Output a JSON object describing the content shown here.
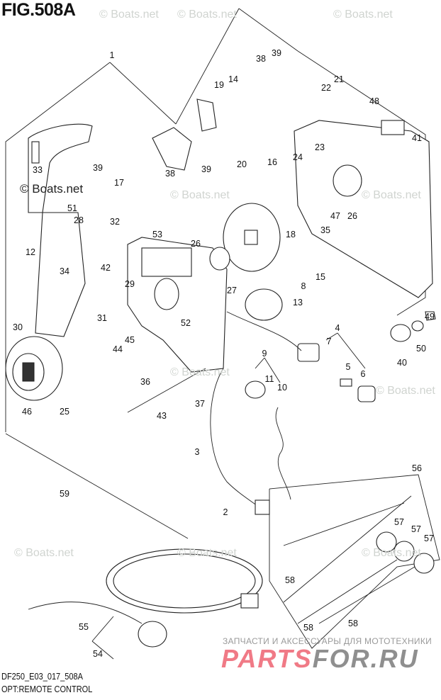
{
  "figure": {
    "title": "FIG.508A",
    "code": "DF250_E03_017_508A",
    "caption": "OPT:REMOTE CONTROL"
  },
  "watermark": "© Boats.net",
  "footer": {
    "russian_text": "ЗАПЧАСТИ И АКСЕССУАРЫ ДЛЯ МОТОТЕХНИКИ",
    "logo_part1": "PARTS",
    "logo_part2": "FOR.RU"
  },
  "callouts": [
    "1",
    "38",
    "39",
    "19",
    "14",
    "22",
    "21",
    "48",
    "41",
    "33",
    "39",
    "17",
    "38",
    "39",
    "20",
    "16",
    "24",
    "23",
    "51",
    "28",
    "32",
    "12",
    "53",
    "26",
    "18",
    "47",
    "26",
    "35",
    "34",
    "42",
    "29",
    "27",
    "8",
    "15",
    "13",
    "30",
    "31",
    "44",
    "45",
    "52",
    "4",
    "7",
    "9",
    "49",
    "50",
    "40",
    "5",
    "6",
    "11",
    "10",
    "36",
    "46",
    "25",
    "43",
    "37",
    "3",
    "59",
    "56",
    "2",
    "57",
    "57",
    "57",
    "58",
    "58",
    "58",
    "55",
    "54"
  ],
  "colors": {
    "logo_pink": "#f07a86",
    "logo_gray": "#8f8f8f",
    "watermark": "#d0d4d0"
  }
}
